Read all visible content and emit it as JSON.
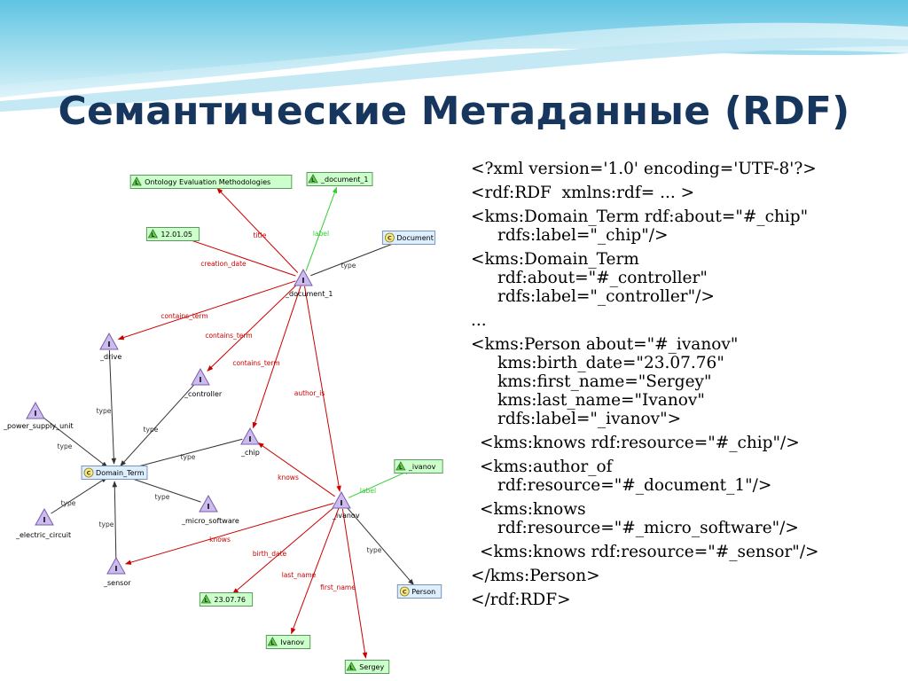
{
  "title": "Семантические Метаданные (RDF)",
  "colors": {
    "title": "#17365d",
    "relation_edge": "#cc0000",
    "label_edge": "#33cc33",
    "type_edge": "#333333",
    "literal_node_fill": "#ccffcc",
    "class_node_fill": "#ddeeff",
    "instance_node_fill": "#ccbbee"
  },
  "graph": {
    "nodes": [
      {
        "id": "oem",
        "kind": "literal",
        "label": "Ontology Evaluation Methodologies"
      },
      {
        "id": "doc1_label",
        "kind": "literal",
        "label": "_document_1"
      },
      {
        "id": "date_120105",
        "kind": "literal",
        "label": "12.01.05"
      },
      {
        "id": "document_class",
        "kind": "class",
        "label": "Document"
      },
      {
        "id": "document_1",
        "kind": "instance",
        "label": "_document_1"
      },
      {
        "id": "drive",
        "kind": "instance",
        "label": "_drive"
      },
      {
        "id": "controller",
        "kind": "instance",
        "label": "_controller"
      },
      {
        "id": "power_supply_unit",
        "kind": "instance",
        "label": "_power_supply_unit"
      },
      {
        "id": "chip",
        "kind": "instance",
        "label": "_chip"
      },
      {
        "id": "domain_term",
        "kind": "class",
        "label": "Domain_Term"
      },
      {
        "id": "ivanov_label",
        "kind": "literal",
        "label": "_ivanov"
      },
      {
        "id": "ivanov",
        "kind": "instance",
        "label": "_ivanov"
      },
      {
        "id": "micro_software",
        "kind": "instance",
        "label": "_micro_software"
      },
      {
        "id": "electric_circuit",
        "kind": "instance",
        "label": "_electric_circuit"
      },
      {
        "id": "sensor",
        "kind": "instance",
        "label": "_sensor"
      },
      {
        "id": "person_class",
        "kind": "class",
        "label": "Person"
      },
      {
        "id": "date_230776",
        "kind": "literal",
        "label": "23.07.76"
      },
      {
        "id": "ivanov_literal",
        "kind": "literal",
        "label": "Ivanov"
      },
      {
        "id": "sergey_literal",
        "kind": "literal",
        "label": "Sergey"
      }
    ],
    "edges": [
      {
        "from": "document_1",
        "to": "oem",
        "label": "title",
        "kind": "relation"
      },
      {
        "from": "document_1",
        "to": "doc1_label",
        "label": "label",
        "kind": "label"
      },
      {
        "from": "document_1",
        "to": "date_120105",
        "label": "creation_date",
        "kind": "relation"
      },
      {
        "from": "document_1",
        "to": "document_class",
        "label": "type",
        "kind": "type"
      },
      {
        "from": "document_1",
        "to": "drive",
        "label": "contains_term",
        "kind": "relation"
      },
      {
        "from": "document_1",
        "to": "controller",
        "label": "contains_term",
        "kind": "relation"
      },
      {
        "from": "document_1",
        "to": "chip",
        "label": "contains_term",
        "kind": "relation"
      },
      {
        "from": "document_1",
        "to": "ivanov",
        "label": "author_is",
        "kind": "relation"
      },
      {
        "from": "drive",
        "to": "domain_term",
        "label": "type",
        "kind": "type"
      },
      {
        "from": "controller",
        "to": "domain_term",
        "label": "type",
        "kind": "type"
      },
      {
        "from": "power_supply_unit",
        "to": "domain_term",
        "label": "type",
        "kind": "type"
      },
      {
        "from": "chip",
        "to": "domain_term",
        "label": "type",
        "kind": "type"
      },
      {
        "from": "micro_software",
        "to": "domain_term",
        "label": "type",
        "kind": "type"
      },
      {
        "from": "electric_circuit",
        "to": "domain_term",
        "label": "type",
        "kind": "type"
      },
      {
        "from": "sensor",
        "to": "domain_term",
        "label": "type",
        "kind": "type"
      },
      {
        "from": "ivanov",
        "to": "chip",
        "label": "knows",
        "kind": "relation"
      },
      {
        "from": "ivanov",
        "to": "sensor",
        "label": "knows",
        "kind": "relation"
      },
      {
        "from": "ivanov",
        "to": "ivanov_label",
        "label": "label",
        "kind": "label"
      },
      {
        "from": "ivanov",
        "to": "person_class",
        "label": "type",
        "kind": "type"
      },
      {
        "from": "ivanov",
        "to": "date_230776",
        "label": "birth_date",
        "kind": "relation"
      },
      {
        "from": "ivanov",
        "to": "ivanov_literal",
        "label": "last_name",
        "kind": "relation"
      },
      {
        "from": "ivanov",
        "to": "sergey_literal",
        "label": "first_name",
        "kind": "relation"
      }
    ]
  },
  "code_lines": [
    {
      "text": "<?xml version='1.0' encoding='UTF-8'?>",
      "indent": 0
    },
    {
      "text": "<rdf:RDF  xmlns:rdf= ... >",
      "indent": 0
    },
    {
      "text": "<kms:Domain_Term rdf:about=\"#_chip\"",
      "indent": 0
    },
    {
      "text": "rdfs:label=\"_chip\"/>",
      "indent": 1
    },
    {
      "text": "<kms:Domain_Term",
      "indent": 0
    },
    {
      "text": "rdf:about=\"#_controller\"",
      "indent": 1
    },
    {
      "text": "rdfs:label=\"_controller\"/>",
      "indent": 1
    },
    {
      "text": "...",
      "indent": 0
    },
    {
      "text": "<kms:Person about=\"#_ivanov\"",
      "indent": 0
    },
    {
      "text": "kms:birth_date=\"23.07.76\"",
      "indent": 1
    },
    {
      "text": "kms:first_name=\"Sergey\"",
      "indent": 1
    },
    {
      "text": "kms:last_name=\"Ivanov\"",
      "indent": 1
    },
    {
      "text": "rdfs:label=\"_ivanov\">",
      "indent": 1
    },
    {
      "text": "<kms:knows rdf:resource=\"#_chip\"/>",
      "indent": 2
    },
    {
      "text": "<kms:author_of",
      "indent": 2
    },
    {
      "text": "rdf:resource=\"#_document_1\"/>",
      "indent": 1
    },
    {
      "text": "<kms:knows",
      "indent": 2
    },
    {
      "text": "rdf:resource=\"#_micro_software\"/>",
      "indent": 1
    },
    {
      "text": "<kms:knows rdf:resource=\"#_sensor\"/>",
      "indent": 2
    },
    {
      "text": "</kms:Person>",
      "indent": 0
    },
    {
      "text": "</rdf:RDF>",
      "indent": 0
    }
  ]
}
